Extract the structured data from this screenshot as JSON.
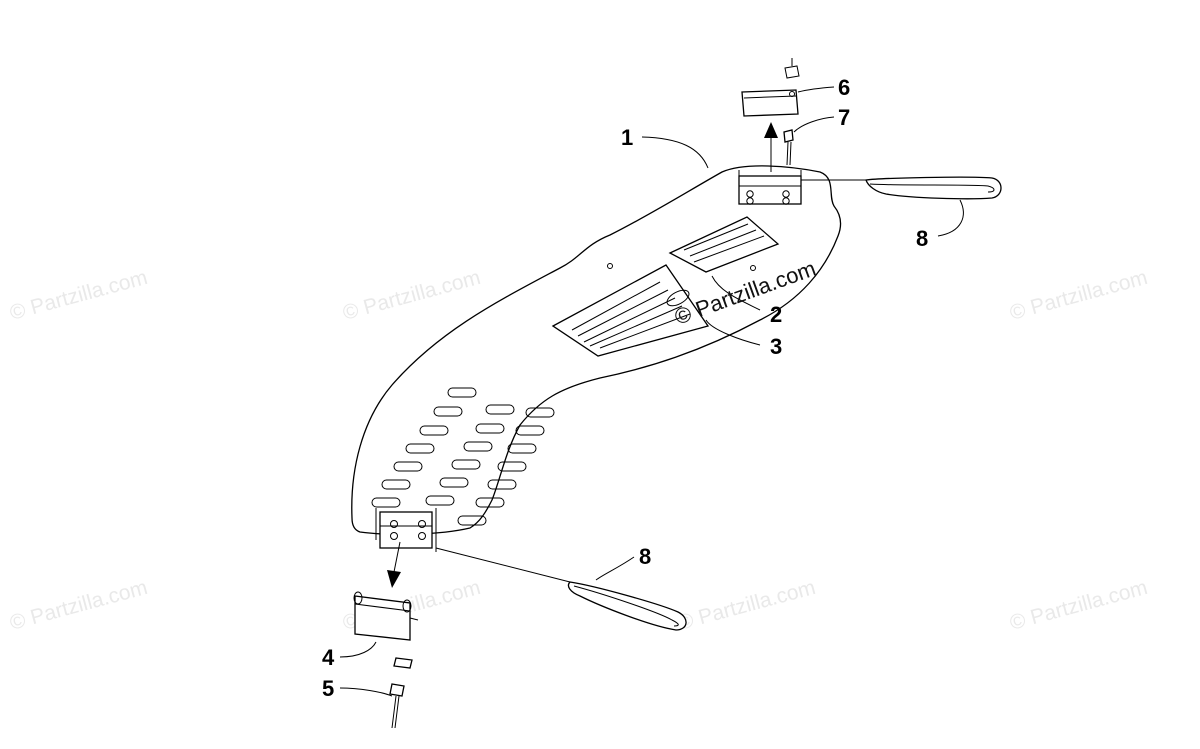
{
  "callouts": {
    "c1": "1",
    "c2": "2",
    "c3": "3",
    "c4": "4",
    "c5": "5",
    "c6": "6",
    "c7": "7",
    "c8a": "8",
    "c8b": "8"
  },
  "watermark": {
    "center": "© Partzilla.com",
    "tile": "© Partzilla.com"
  }
}
